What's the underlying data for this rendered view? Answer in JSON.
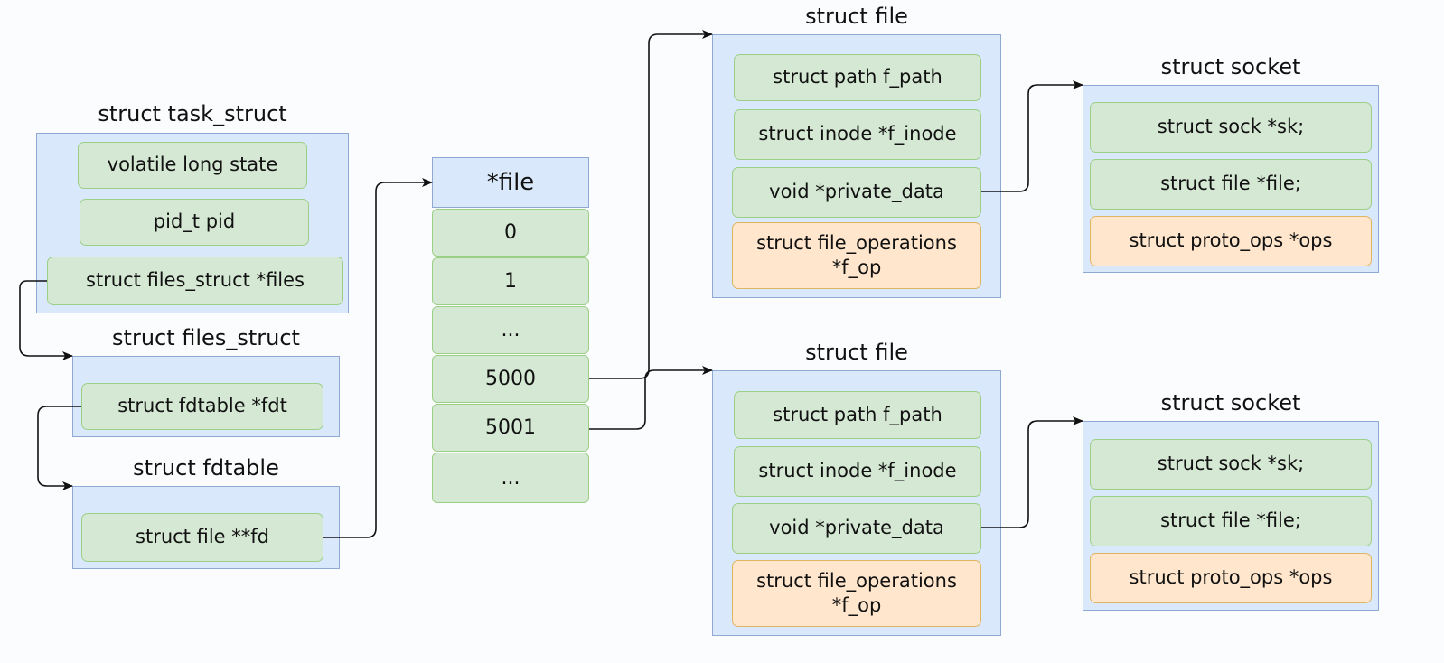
{
  "task_struct": {
    "title": "struct task_struct",
    "fields": [
      "volatile long state",
      "pid_t pid",
      "struct files_struct *files"
    ]
  },
  "files_struct": {
    "title": "struct files_struct",
    "fields": [
      "struct fdtable *fdt"
    ]
  },
  "fdtable": {
    "title": "struct fdtable",
    "fields": [
      "struct file **fd"
    ]
  },
  "file_array": {
    "header": "*file",
    "cells": [
      "0",
      "1",
      "...",
      "5000",
      "5001",
      "..."
    ]
  },
  "file_top": {
    "title": "struct file",
    "fields": [
      "struct path f_path",
      "struct inode *f_inode",
      "void *private_data"
    ],
    "ops_line1": "struct file_operations",
    "ops_line2": "*f_op"
  },
  "file_bottom": {
    "title": "struct file",
    "fields": [
      "struct path f_path",
      "struct inode *f_inode",
      "void *private_data"
    ],
    "ops_line1": "struct file_operations",
    "ops_line2": "*f_op"
  },
  "socket_top": {
    "title": "struct socket",
    "fields": [
      "struct sock *sk;",
      "struct file *file;",
      "struct proto_ops *ops"
    ]
  },
  "socket_bottom": {
    "title": "struct socket",
    "fields": [
      "struct sock *sk;",
      "struct file *file;",
      "struct proto_ops *ops"
    ]
  },
  "colors": {
    "container_fill": "#dae8fc",
    "field_fill": "#d5e8d4",
    "ops_fill": "#ffe6cc",
    "arrow": "#111111"
  }
}
